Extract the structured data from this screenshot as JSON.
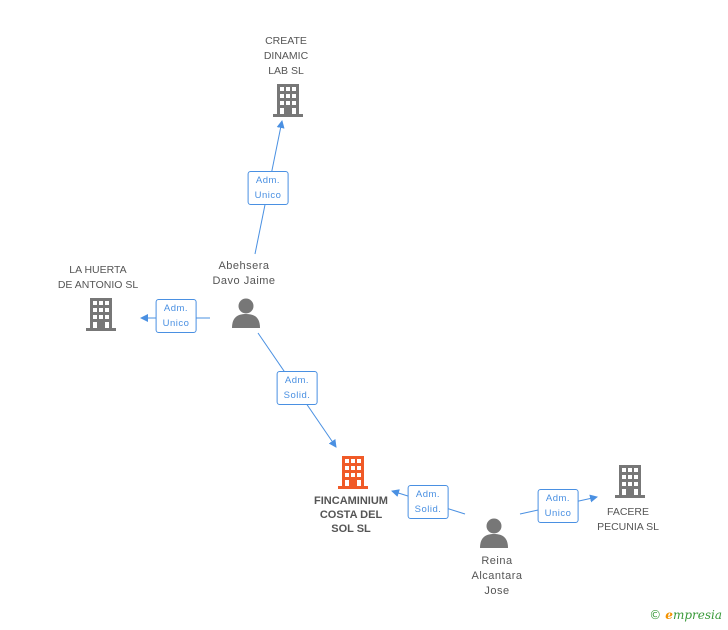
{
  "nodes": {
    "create": {
      "label": "CREATE\nDINAMIC\nLAB SL",
      "kind": "company"
    },
    "huerta": {
      "label": "LA HUERTA\nDE ANTONIO SL",
      "kind": "company"
    },
    "abehsera": {
      "label": "Abehsera\nDavo Jaime",
      "kind": "person"
    },
    "fincaminium": {
      "label": "FINCAMINIUM\nCOSTA DEL\nSOL SL",
      "kind": "company-focus"
    },
    "reina": {
      "label": "Reina\nAlcantara\nJose",
      "kind": "person"
    },
    "facere": {
      "label": "FACERE\nPECUNIA SL",
      "kind": "company"
    }
  },
  "edges": [
    {
      "from": "abehsera",
      "to": "create",
      "label": "Adm.\nUnico"
    },
    {
      "from": "abehsera",
      "to": "huerta",
      "label": "Adm.\nUnico"
    },
    {
      "from": "abehsera",
      "to": "fincaminium",
      "label": "Adm.\nSolid."
    },
    {
      "from": "reina",
      "to": "fincaminium",
      "label": "Adm.\nSolid."
    },
    {
      "from": "reina",
      "to": "facere",
      "label": "Adm.\nUnico"
    }
  ],
  "colors": {
    "edge": "#4a90e2",
    "company": "#777777",
    "focus": "#f05a28",
    "person": "#777777"
  },
  "credit": {
    "copyright": "©",
    "brand_initial": "e",
    "brand_rest": "mpresia"
  }
}
